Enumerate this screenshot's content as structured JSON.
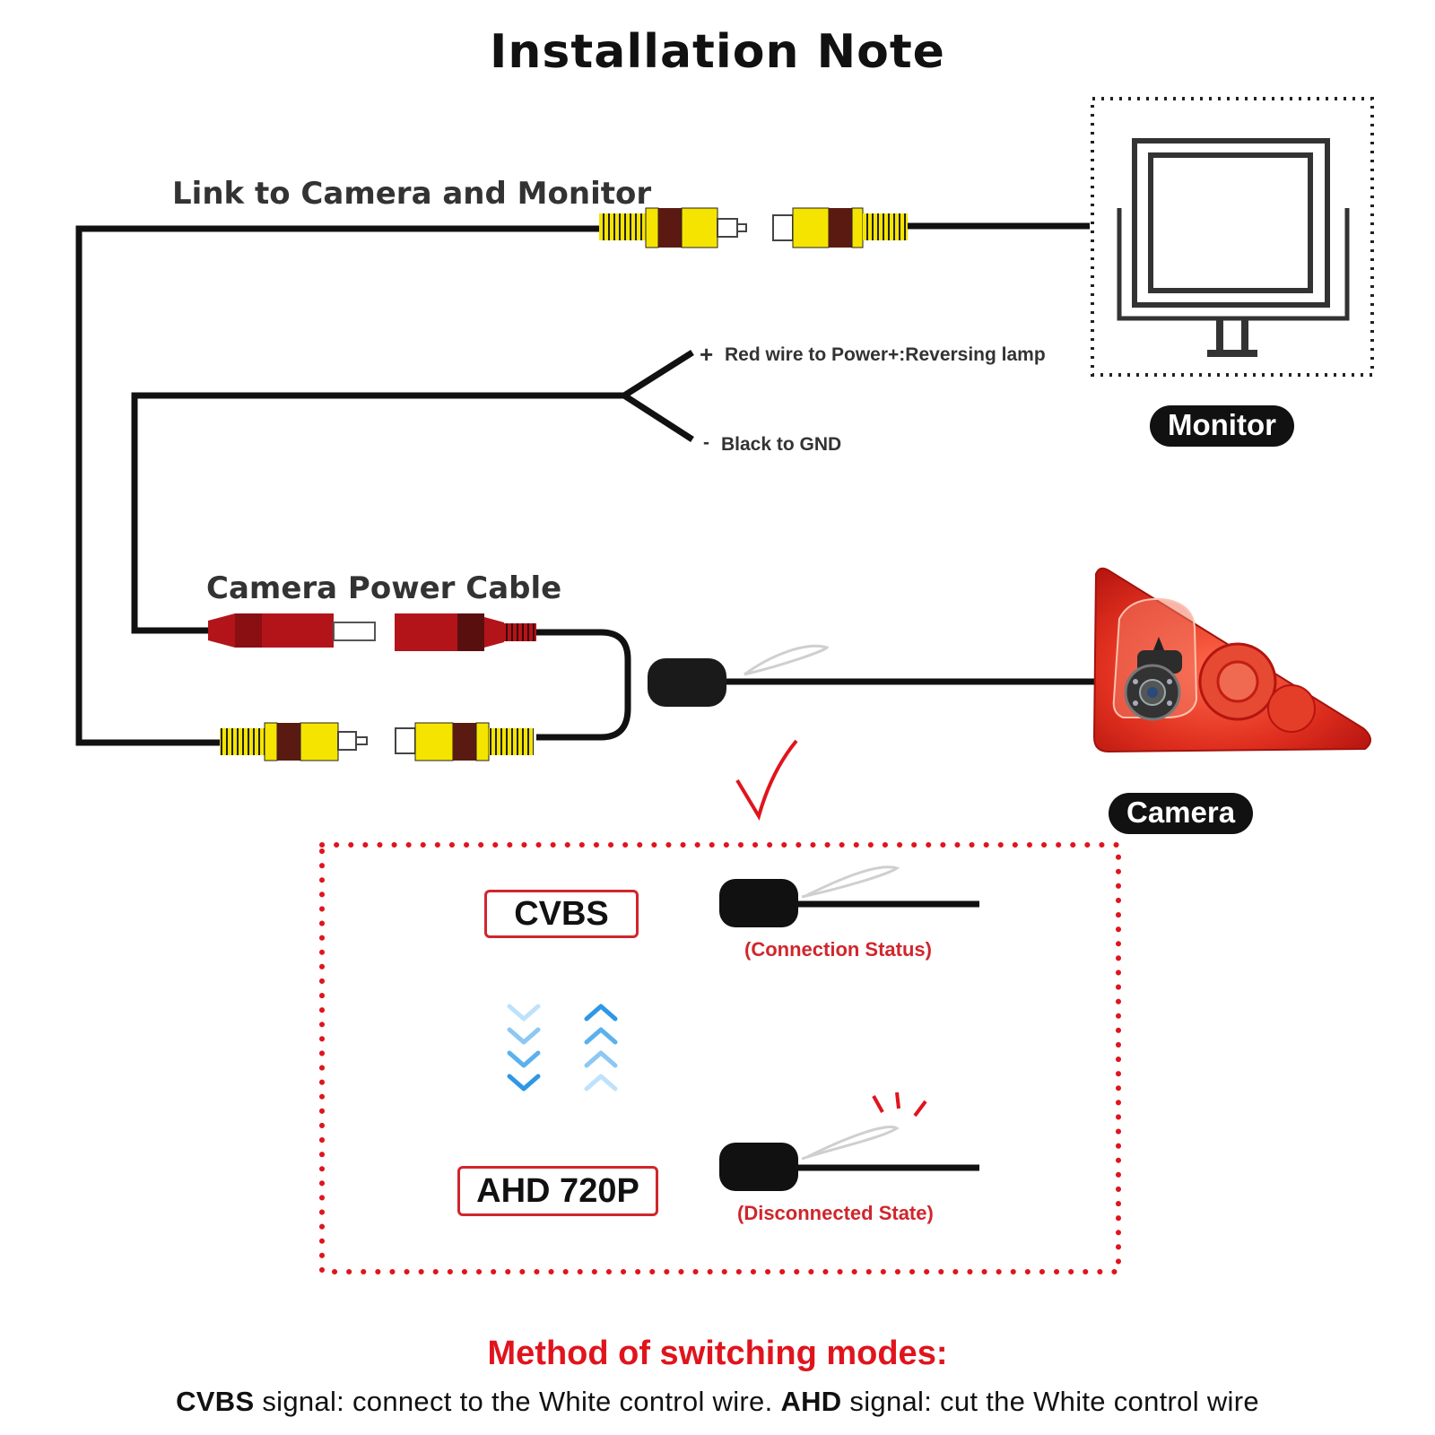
{
  "title": "Installation Note",
  "labels": {
    "link": "Link to Camera and Monitor",
    "red_wire": "Red wire to Power+:Reversing lamp",
    "black_wire": "Black to GND",
    "plus_sign": "+",
    "minus_sign": "-",
    "power_cable": "Camera Power Cable",
    "monitor": "Monitor",
    "camera": "Camera"
  },
  "modes": {
    "cvbs": "CVBS",
    "ahd": "AHD 720P",
    "connected": "(Connection Status)",
    "disconnected": "(Disconnected State)"
  },
  "footer": {
    "heading": "Method of switching modes:",
    "cvbs_bold": "CVBS",
    "cvbs_text": " signal: connect to the White control wire. ",
    "ahd_bold": "AHD",
    "ahd_text": " signal: cut the White control wire"
  },
  "colors": {
    "accent_red": "#e0141d",
    "rca_yellow": "#f5e400",
    "rca_brown": "#5a1a12",
    "power_red": "#b3141a",
    "arrow_blue": "#3aa0e8",
    "camera_red": "#d8241c"
  },
  "icons": {
    "monitor": "monitor-icon",
    "camera": "camera-icon",
    "check": "checkmark-icon",
    "arrows_down": "chevron-down-icon",
    "arrows_up": "chevron-up-icon"
  }
}
